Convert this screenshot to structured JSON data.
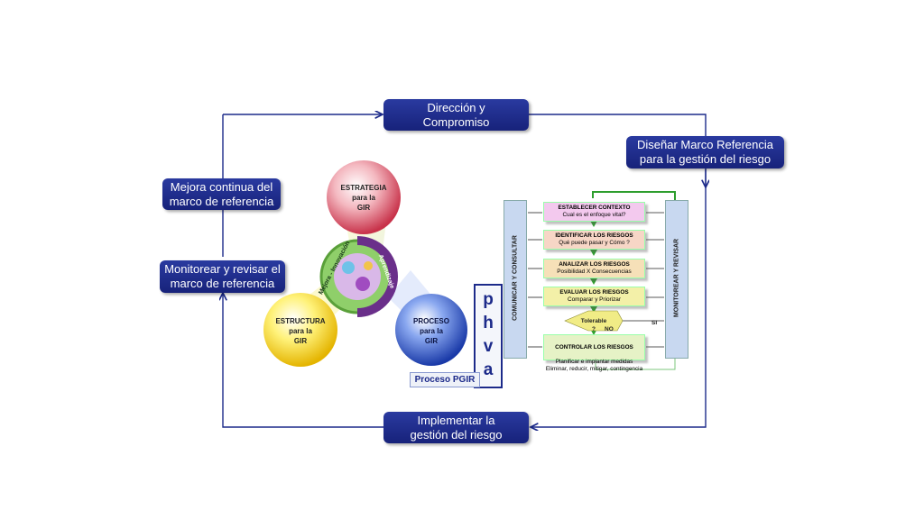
{
  "cycle_boxes": {
    "direccion": "Dirección  y\nCompromiso",
    "disenar": "Diseñar Marco Referencia\npara  la gestión del riesgo",
    "implementar": "Implementar la\ngestión del riesgo",
    "monitorear": "Monitorear y revisar el\nmarco de  referencia",
    "mejora": "Mejora continua del\nmarco de referencia"
  },
  "spheres": {
    "estrategia": "ESTRATEGIA\npara la\nGIR",
    "estructura": "ESTRUCTURA\npara la\nGIR",
    "proceso": "PROCESO\npara la\nGIR"
  },
  "center_ring": {
    "left": "Mejora - Innovación",
    "right": "Aprendizaje"
  },
  "phva": [
    "p",
    "h",
    "v",
    "a"
  ],
  "proceso_pgir": "Proceso PGIR",
  "side_bars": {
    "left": "COMUNICAR  Y CONSULTAR",
    "right": "MONITOREAR  Y REVISAR"
  },
  "steps": [
    {
      "title": "ESTABLECER CONTEXTO",
      "sub": "Cual es el enfoque vital?",
      "color": "#f3c9ee"
    },
    {
      "title": "IDENTIFICAR  LOS RIESGOS",
      "sub": "Qué puede pasar  y Cómo ?",
      "color": "#f7d6c6"
    },
    {
      "title": "ANALIZAR    LOS RIESGOS",
      "sub": "Posibilidad X Consecuencias",
      "color": "#f6e0b8"
    },
    {
      "title": "EVALUAR LOS RIESGOS",
      "sub": "Comparar  y Priorizar",
      "color": "#f3f0a8"
    },
    {
      "title": "CONTROLAR LOS RIESGOS",
      "sub": "Planificar e implantar medidas\nEliminar, reducir, mitigar, contingencia",
      "color": "#e6f2c6"
    }
  ],
  "decision": {
    "label": "Tolerable\n?",
    "si": "SI",
    "no": "NO"
  },
  "colors": {
    "navy": "#1c2a8a",
    "green": "#2e9e2e"
  }
}
